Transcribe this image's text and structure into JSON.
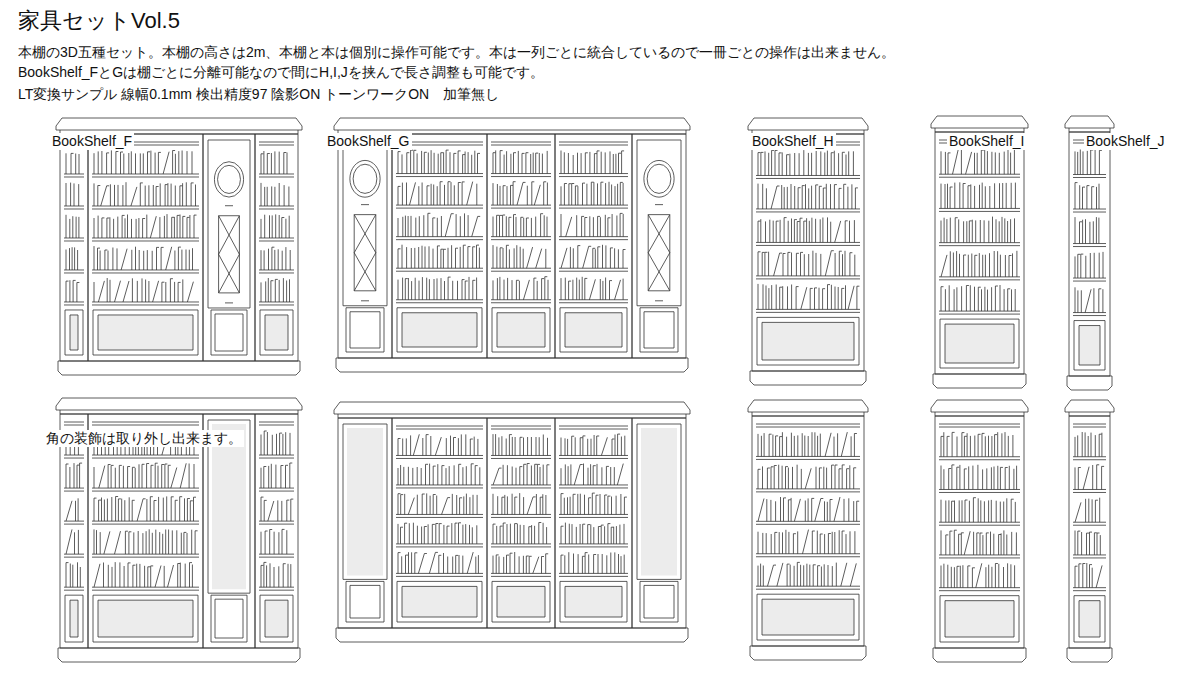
{
  "diagram": {
    "title": "家具セットVol.5",
    "labels": [
      "本棚の3D五種セット。本棚の高さは2m、本棚と本は個別に操作可能です。本は一列ごとに統合しているので一冊ごとの操作は出来ません。",
      "BookShelf_FとGは棚ごとに分離可能なので間にH,I,Jを挟んで長さ調整も可能です。",
      "LT変換サンプル 線幅0.1mm 検出精度97 陰影ON トーンワークON　加筆無し",
      "BookShelf_F",
      "BookShelf_G",
      "BookShelf_H",
      "BookShelf_I",
      "BookShelf_J",
      "角の装飾は取り外し出来ます。"
    ]
  }
}
